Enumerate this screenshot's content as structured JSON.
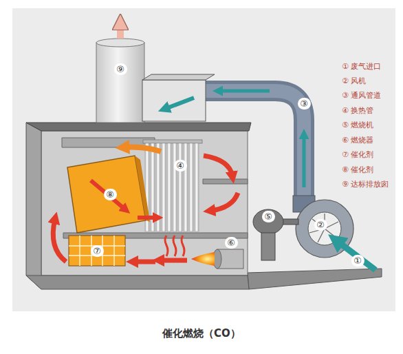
{
  "diagram": {
    "caption": "催化燃烧（CO）",
    "labels": [
      "①",
      "②",
      "③",
      "④",
      "⑤",
      "⑥",
      "⑦",
      "⑧",
      "⑨",
      "① 废气进口",
      "② 风机",
      "③ 通风管道",
      "④ 换热管",
      "⑤ 燃烧机",
      "⑥ 燃烧器",
      "⑦ 催化剂",
      "⑧ 催化剂",
      "⑨ 达标排放囱"
    ]
  }
}
